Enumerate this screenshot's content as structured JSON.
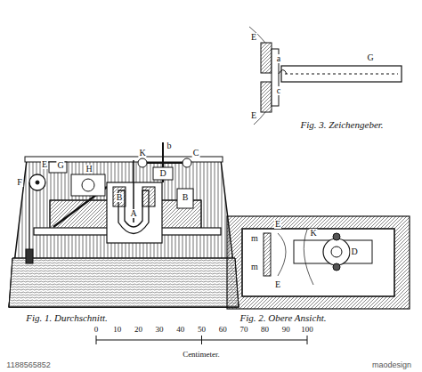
{
  "diagram": {
    "labels": [
      "E",
      "G",
      "K",
      "b",
      "C",
      "F",
      "H",
      "D",
      "B",
      "B",
      "A",
      "E",
      "E",
      "G",
      "a",
      "c",
      "m",
      "E",
      "E",
      "m",
      "K",
      "D",
      "Fig. 1. Durchschnitt.",
      "Fig. 2. Obere Ansicht.",
      "Fig. 3. Zeichengeber.",
      "0",
      "10",
      "20",
      "30",
      "40",
      "50",
      "60",
      "70",
      "80",
      "90",
      "100",
      "Centimeter.",
      "1188565852",
      "maodesign"
    ]
  }
}
